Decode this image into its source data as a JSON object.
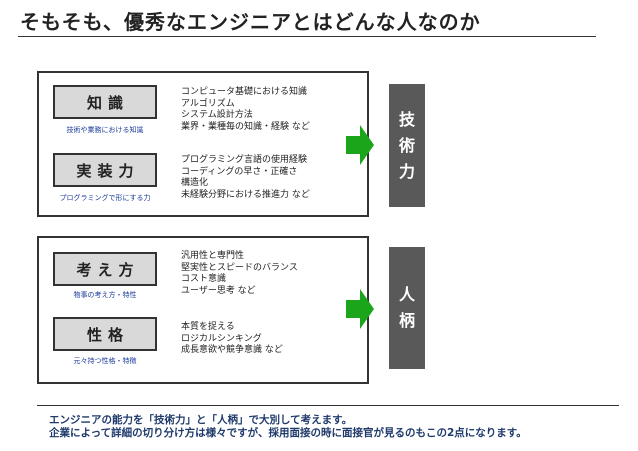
{
  "title": "そもそも、優秀なエンジニアとはどんな人なのか",
  "groups": [
    {
      "label": [
        "技",
        "術",
        "力"
      ],
      "categories": [
        {
          "name": "知識",
          "sub": "技術や業務における知識",
          "items": [
            "コンピュータ基礎における知識",
            "アルゴリズム",
            "システム設計方法",
            "業界・業種毎の知識・経験 など"
          ]
        },
        {
          "name": "実装力",
          "sub": "プログラミングで形にする力",
          "items": [
            "プログラミング言語の使用経験",
            "コーディングの早さ・正確さ",
            "構造化",
            "未経験分野における推進力 など"
          ]
        }
      ]
    },
    {
      "label": [
        "人",
        "柄"
      ],
      "categories": [
        {
          "name": "考え方",
          "sub": "物事の考え方・特性",
          "items": [
            "汎用性と専門性",
            "堅実性とスピードのバランス",
            "コスト意識",
            "ユーザー思考 など"
          ]
        },
        {
          "name": "性格",
          "sub": "元々持つ性格・特徴",
          "items": [
            "本質を捉える",
            "ロジカルシンキング",
            "成長意欲や競争意識 など"
          ]
        }
      ]
    }
  ],
  "summary": [
    "エンジニアの能力を「技術力」と「人柄」で大別して考えます。",
    "企業によって詳細の切り分け方は様々ですが、採用面接の時に面接官が見るのもこの2点になります。"
  ],
  "colors": {
    "arrow": "#1aa51a",
    "label_bar": "#595959",
    "box_fill": "#d9d9d9",
    "sub_text": "#1a3a9a",
    "summary_text": "#1f3a6b"
  }
}
